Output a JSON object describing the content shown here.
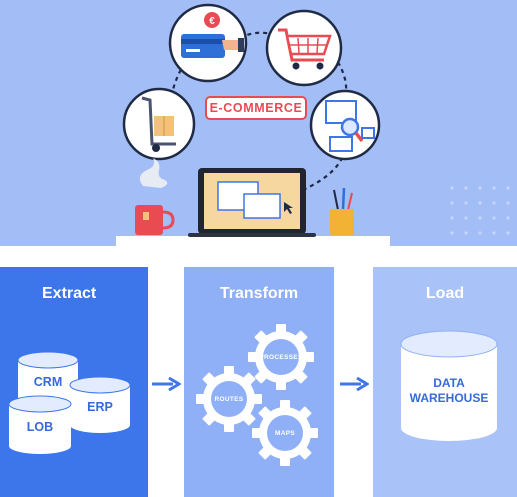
{
  "illustration": {
    "badge_text": "E-COMMERCE",
    "currency_symbol": "€"
  },
  "etl": {
    "extract": {
      "title": "Extract",
      "sources": [
        "CRM",
        "ERP",
        "LOB"
      ]
    },
    "transform": {
      "title": "Transform",
      "gears": [
        "PROCESSES",
        "ROUTES",
        "MAPS"
      ]
    },
    "load": {
      "title": "Load",
      "target_line1": "DATA",
      "target_line2": "WAREHOUSE"
    }
  },
  "colors": {
    "sky": "#a3bdf6",
    "extract_panel": "#3d75eb",
    "transform_panel": "#8fb0f6",
    "load_panel": "#a9c2f8",
    "label_blue": "#3669d9",
    "accent_red": "#e94b52",
    "arrow_blue": "#3f77e8"
  }
}
